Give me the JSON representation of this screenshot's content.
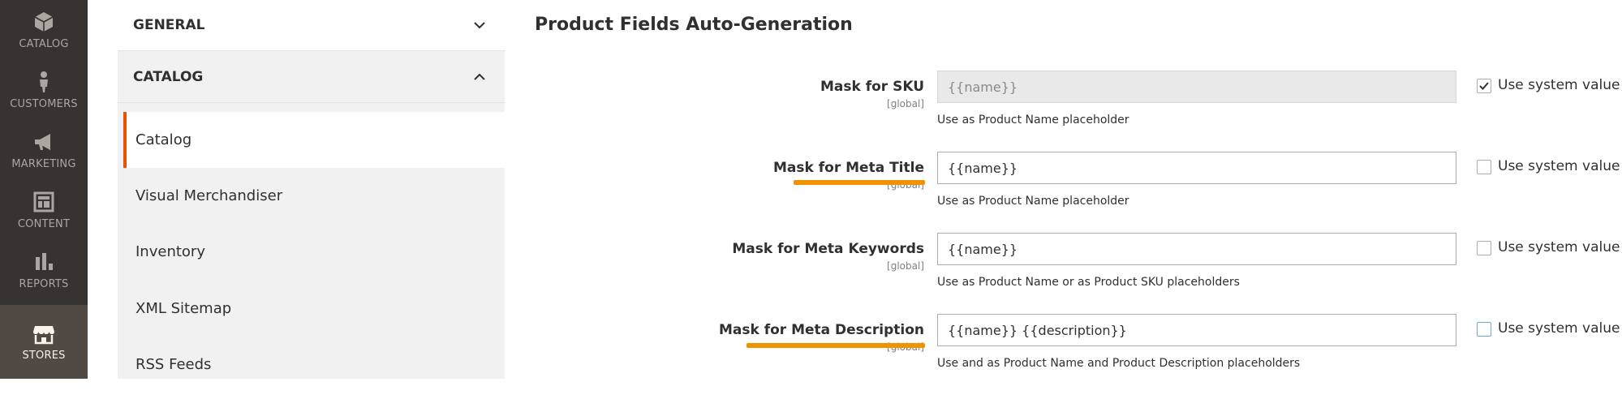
{
  "nav": {
    "items": [
      {
        "label": "CATALOG",
        "icon": "cube-icon"
      },
      {
        "label": "CUSTOMERS",
        "icon": "person-icon"
      },
      {
        "label": "MARKETING",
        "icon": "megaphone-icon"
      },
      {
        "label": "CONTENT",
        "icon": "layout-icon"
      },
      {
        "label": "REPORTS",
        "icon": "bar-chart-icon"
      },
      {
        "label": "STORES",
        "icon": "storefront-icon"
      }
    ],
    "active_index": 5
  },
  "tabs": {
    "groups": [
      {
        "label": "GENERAL",
        "expanded": false
      },
      {
        "label": "CATALOG",
        "expanded": true
      }
    ],
    "items": [
      "Catalog",
      "Visual Merchandiser",
      "Inventory",
      "XML Sitemap",
      "RSS Feeds"
    ],
    "active_item": "Catalog"
  },
  "section": {
    "title": "Product Fields Auto-Generation"
  },
  "fields": [
    {
      "label": "Mask for SKU",
      "scope": "[global]",
      "value": "{{name}}",
      "note": "Use as Product Name placeholder",
      "use_system_value_label": "Use system value",
      "use_system_value": true,
      "disabled": true,
      "highlighted": false
    },
    {
      "label": "Mask for Meta Title",
      "scope": "[global]",
      "value": "{{name}}",
      "note": "Use as Product Name placeholder",
      "use_system_value_label": "Use system value",
      "use_system_value": false,
      "disabled": false,
      "highlighted": true
    },
    {
      "label": "Mask for Meta Keywords",
      "scope": "[global]",
      "value": "{{name}}",
      "note": "Use as Product Name or as Product SKU placeholders",
      "use_system_value_label": "Use system value",
      "use_system_value": false,
      "disabled": false,
      "highlighted": false
    },
    {
      "label": "Mask for Meta Description",
      "scope": "[global]",
      "value": "{{name}} {{description}}",
      "note": "Use and as Product Name and Product Description placeholders",
      "use_system_value_label": "Use system value",
      "use_system_value": false,
      "disabled": false,
      "highlighted": true
    }
  ],
  "colors": {
    "nav_bg": "#373330",
    "nav_active_bg": "#514943",
    "accent": "#eb5202",
    "highlight_underline": "#f39200"
  }
}
